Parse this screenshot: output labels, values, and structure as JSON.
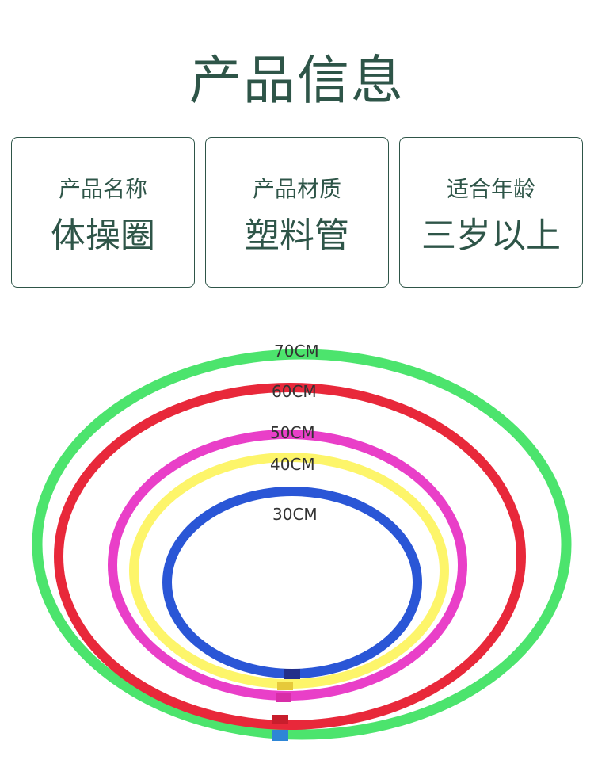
{
  "page": {
    "title": "产品信息"
  },
  "info_cards": [
    {
      "label": "产品名称",
      "value": "体操圈"
    },
    {
      "label": "产品材质",
      "value": "塑料管"
    },
    {
      "label": "适合年龄",
      "value": "三岁以上"
    }
  ],
  "hoops": [
    {
      "size_label": "70CM",
      "color": "#4ce46d"
    },
    {
      "size_label": "60CM",
      "color": "#e8283a"
    },
    {
      "size_label": "50CM",
      "color": "#e93fc8"
    },
    {
      "size_label": "40CM",
      "color": "#fdf56a"
    },
    {
      "size_label": "30CM",
      "color": "#2a56d6"
    }
  ],
  "colors": {
    "text_dark_green": "#2e5548",
    "card_border": "#2e5548",
    "label_text": "#333333"
  }
}
